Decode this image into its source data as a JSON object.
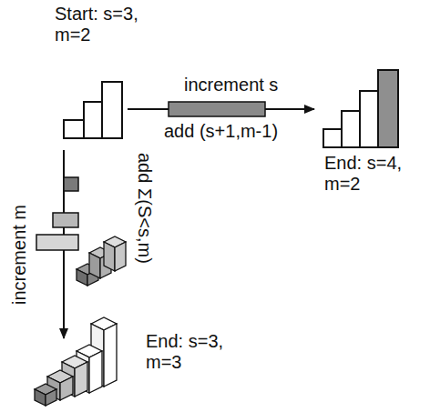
{
  "diagram": {
    "labels": [
      "Start: s=3, m=2",
      "increment s",
      "add (s+1,m-1)",
      "End: s=4, m=2",
      "increment m",
      "add Σ(S<s,m)",
      "End: s=3, m=3"
    ]
  }
}
